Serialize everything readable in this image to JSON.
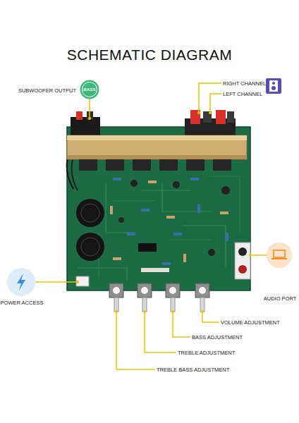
{
  "diagram": {
    "title": "SCHEMATIC DIAGRAM",
    "nodes": [
      {
        "text": [
          "BASS"
        ]
      }
    ],
    "labels": [
      "SUBWOOFER OUTPUT",
      "RIGHT CHANNEL",
      "LEFT CHANNEL",
      "POWER ACCESS",
      "AUDIO PORT",
      "VOLUME ADJUSTMENT",
      "BASS ADJUSTMENT",
      "TREBLE ADJUSTMENT",
      "TREBLE BASS ADJUSTMENT"
    ]
  }
}
